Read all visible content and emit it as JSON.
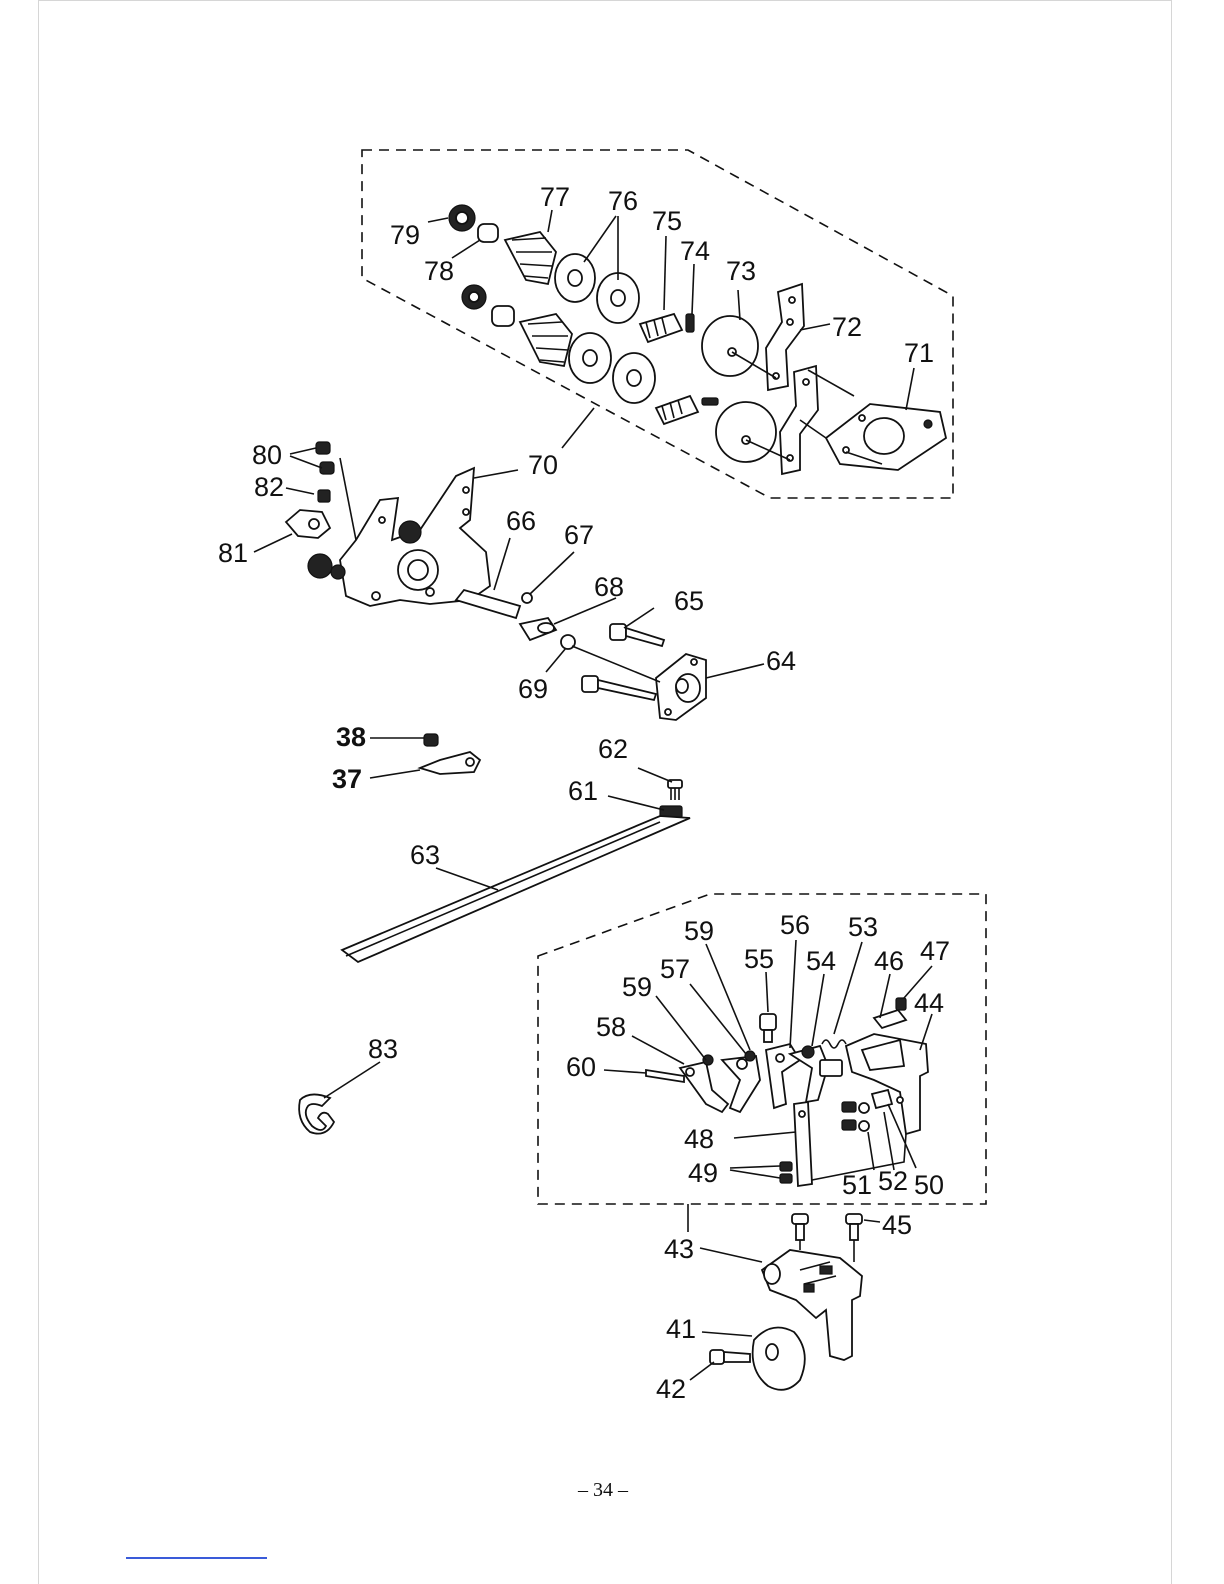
{
  "labels": {
    "p37": "37",
    "p38": "38",
    "p41": "41",
    "p42": "42",
    "p43": "43",
    "p44": "44",
    "p45": "45",
    "p46": "46",
    "p47": "47",
    "p48": "48",
    "p49": "49",
    "p50": "50",
    "p51": "51",
    "p52": "52",
    "p53": "53",
    "p54": "54",
    "p55": "55",
    "p56": "56",
    "p57": "57",
    "p58": "58",
    "p59a": "59",
    "p59b": "59",
    "p60": "60",
    "p61": "61",
    "p62": "62",
    "p63": "63",
    "p64": "64",
    "p65": "65",
    "p66": "66",
    "p67": "67",
    "p68": "68",
    "p69": "69",
    "p70": "70",
    "p71": "71",
    "p72": "72",
    "p73": "73",
    "p74": "74",
    "p75": "75",
    "p76": "76",
    "p77": "77",
    "p78": "78",
    "p79": "79",
    "p80": "80",
    "p81": "81",
    "p82": "82",
    "p83": "83"
  },
  "page_number": "– 34 –",
  "colors": {
    "line": "#111111",
    "footer_link": "#3a5bd9"
  }
}
